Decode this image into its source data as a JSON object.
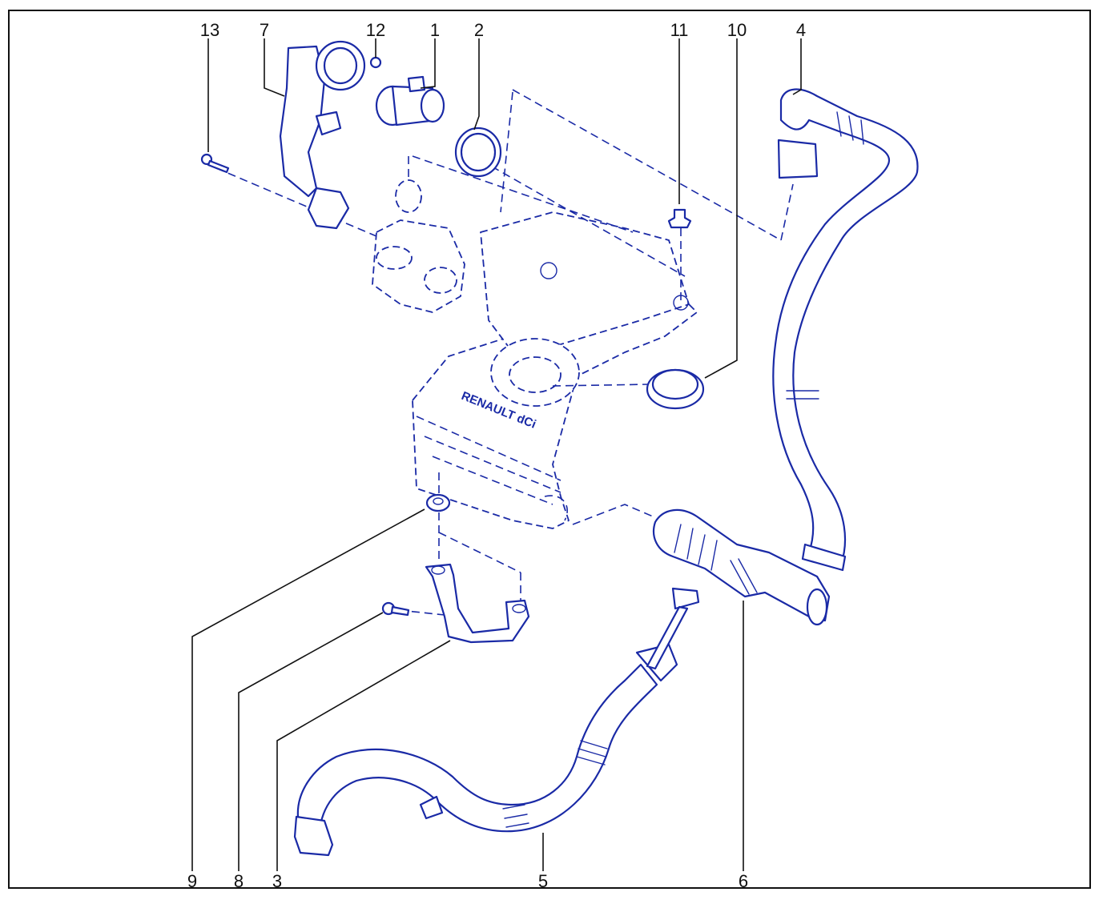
{
  "diagram": {
    "engine_marking": "RENAULT dCi",
    "callouts": [
      "1",
      "2",
      "3",
      "4",
      "5",
      "6",
      "7",
      "8",
      "9",
      "10",
      "11",
      "12",
      "13"
    ]
  },
  "colors": {
    "line": "#1a2aa6",
    "ink": "#111111",
    "frame": "#111111"
  }
}
